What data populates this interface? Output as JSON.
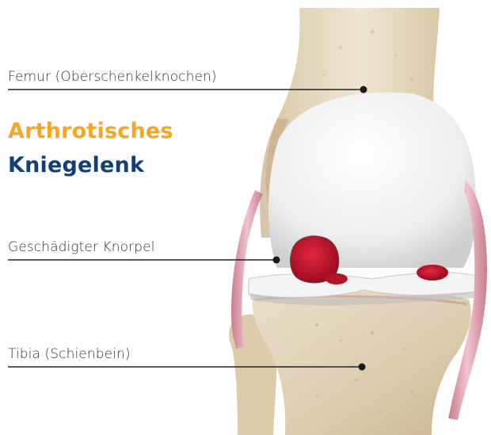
{
  "title": {
    "line1": "Arthrotisches",
    "line2": "Kniegelenk"
  },
  "labels": {
    "femur": "Femur (Oberschenkelknochen)",
    "cartilage": "Geschädigter Knorpel",
    "tibia": "Tibia (Schienbein)"
  },
  "colors": {
    "title_line1": "#f5a623",
    "title_line2": "#123f7a",
    "bone": "#e8dcc2",
    "cartilage": "#f2f2f2",
    "damage": "#c8102e",
    "ligament": "#e3a9b5",
    "leader_line": "#222222"
  }
}
